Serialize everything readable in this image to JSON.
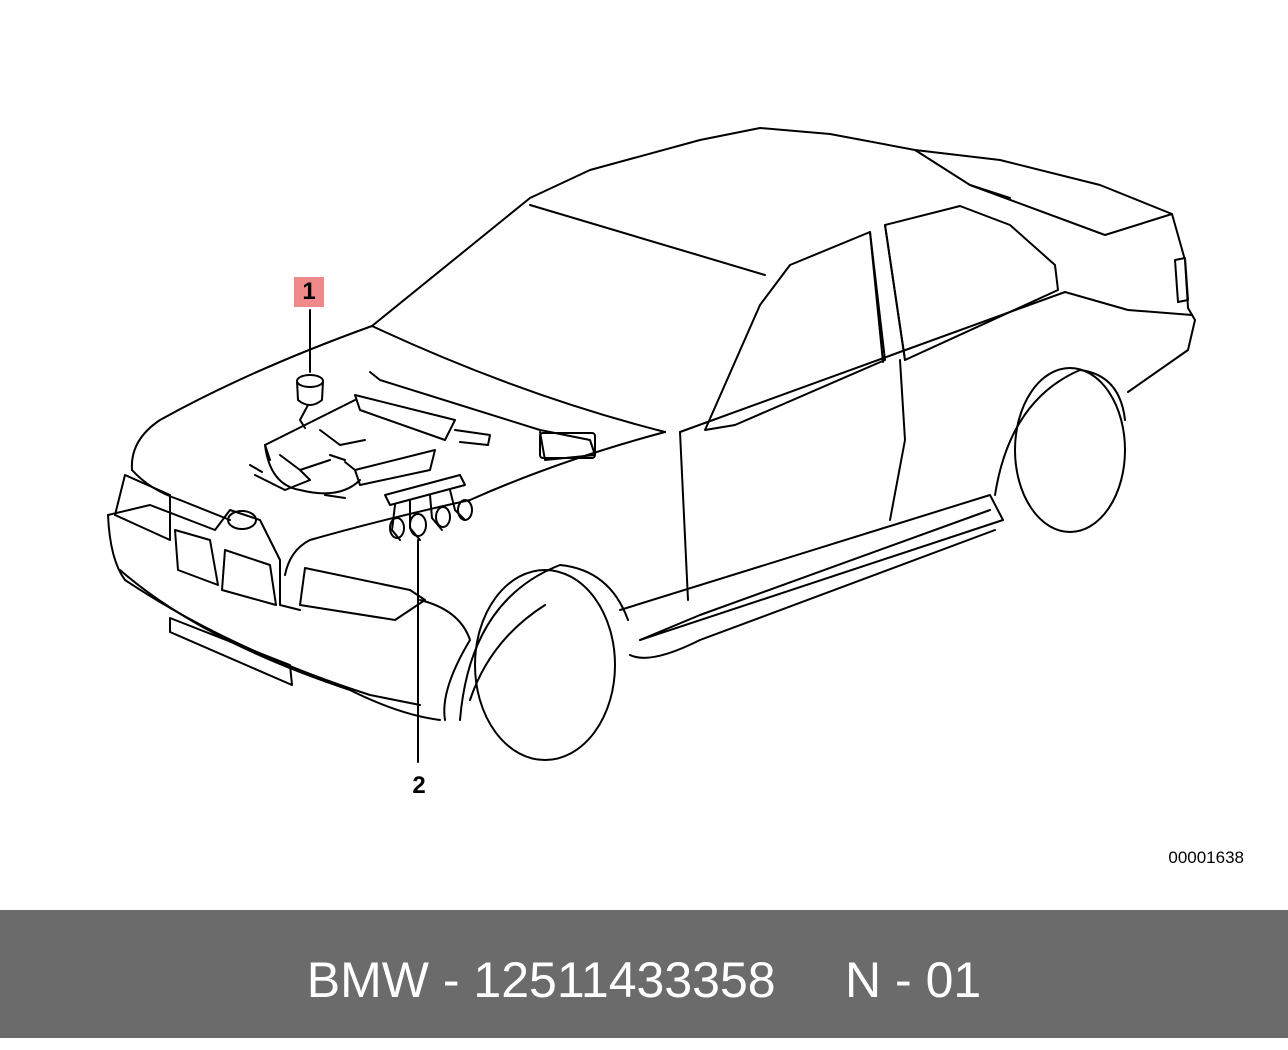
{
  "diagram": {
    "callouts": [
      "1",
      "2"
    ],
    "image_code": "00001638",
    "highlight_color": "#f08a8a"
  },
  "footer": {
    "text": "BMW - 12511433358     N - 01",
    "background": "#6b6b6b"
  }
}
